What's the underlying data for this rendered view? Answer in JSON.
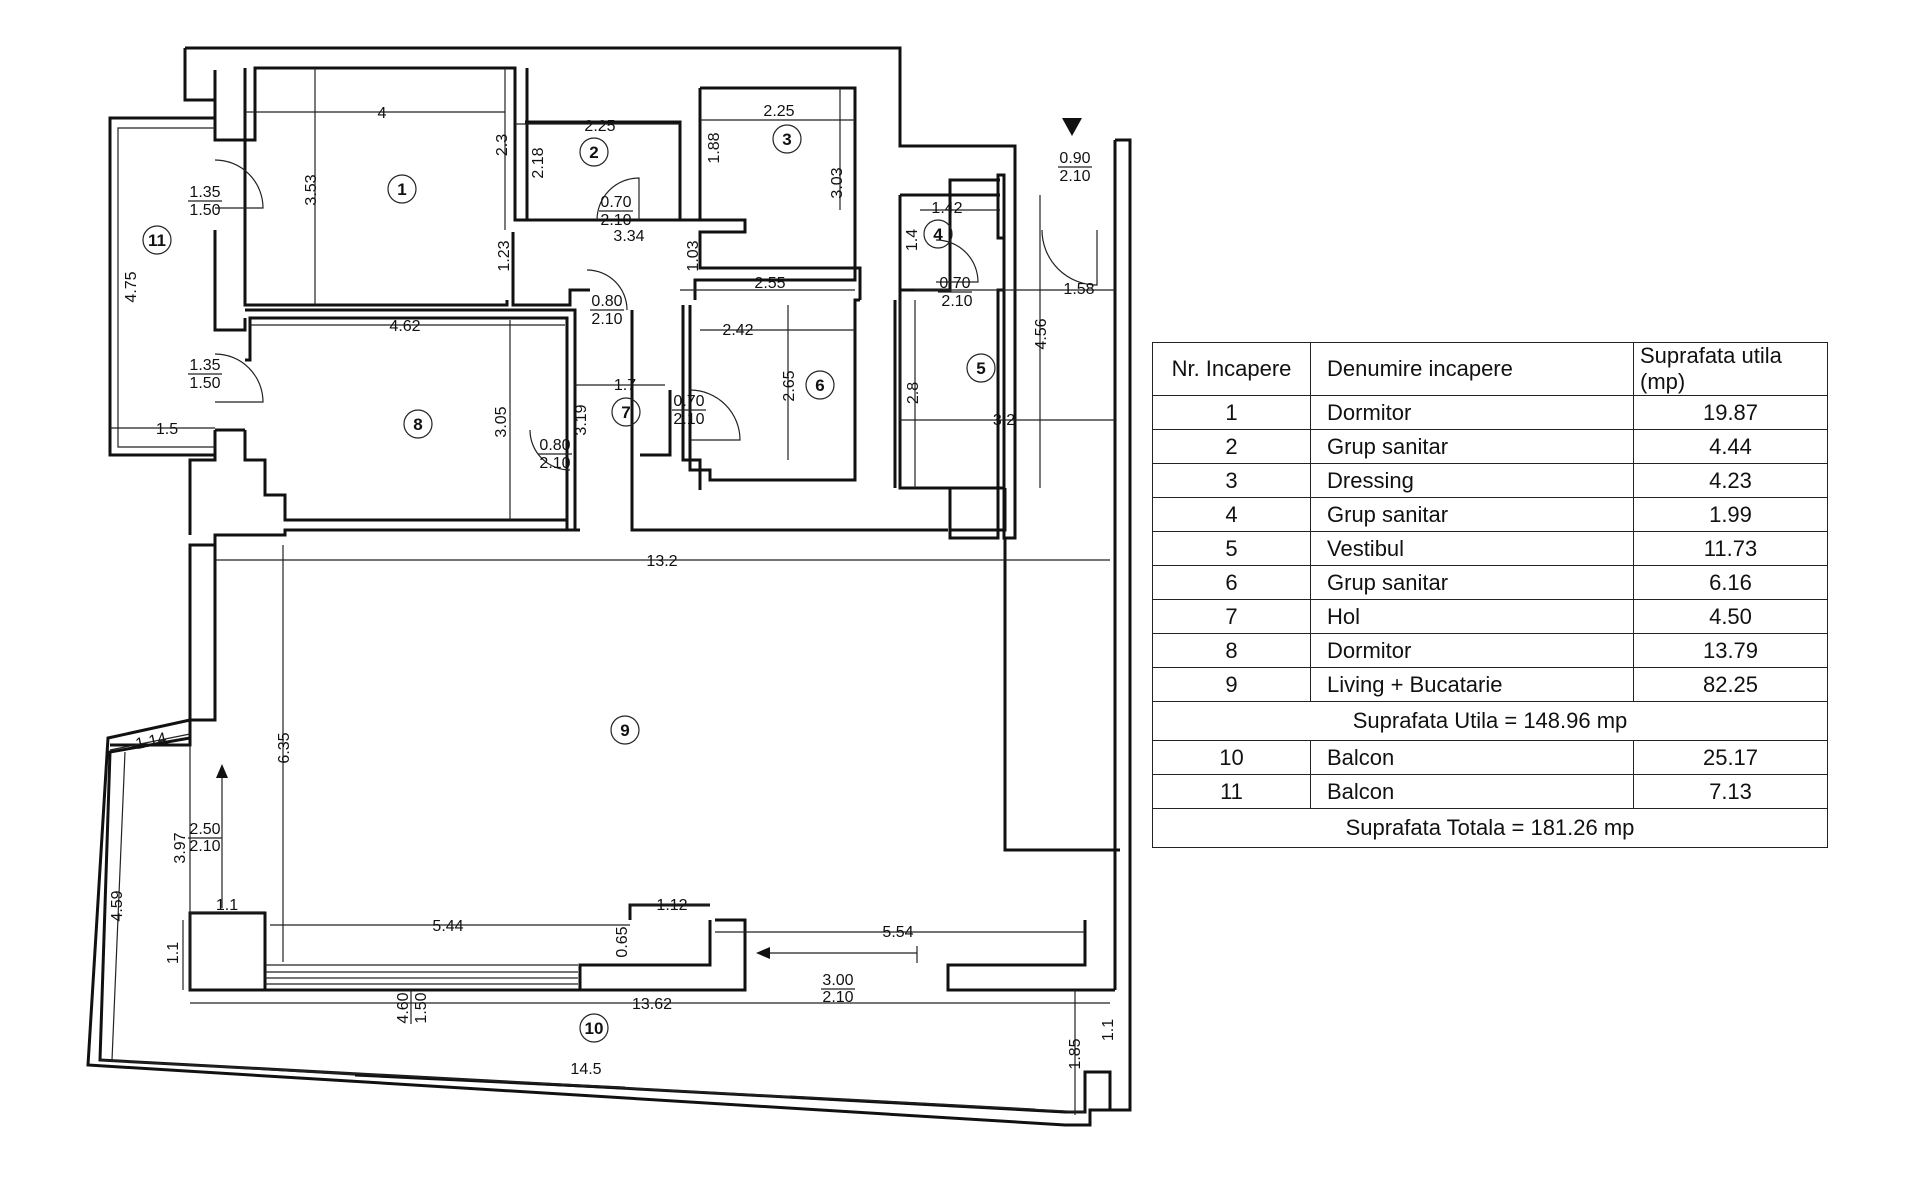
{
  "table": {
    "headers": [
      "Nr. Incapere",
      "Denumire incapere",
      "Suprafata utila (mp)"
    ],
    "rows": [
      {
        "nr": "1",
        "name": "Dormitor",
        "area": "19.87"
      },
      {
        "nr": "2",
        "name": "Grup sanitar",
        "area": "4.44"
      },
      {
        "nr": "3",
        "name": "Dressing",
        "area": "4.23"
      },
      {
        "nr": "4",
        "name": "Grup sanitar",
        "area": "1.99"
      },
      {
        "nr": "5",
        "name": "Vestibul",
        "area": "11.73"
      },
      {
        "nr": "6",
        "name": "Grup sanitar",
        "area": "6.16"
      },
      {
        "nr": "7",
        "name": "Hol",
        "area": "4.50"
      },
      {
        "nr": "8",
        "name": "Dormitor",
        "area": "13.79"
      },
      {
        "nr": "9",
        "name": "Living + Bucatarie",
        "area": "82.25"
      }
    ],
    "subtotal": "Suprafata Utila =  148.96 mp",
    "balcony_rows": [
      {
        "nr": "10",
        "name": "Balcon",
        "area": "25.17"
      },
      {
        "nr": "11",
        "name": "Balcon",
        "area": "7.13"
      }
    ],
    "total": "Suprafata Totala =  181.26 mp"
  },
  "plan": {
    "room_numbers": [
      "1",
      "2",
      "3",
      "4",
      "5",
      "6",
      "7",
      "8",
      "9",
      "10",
      "11"
    ],
    "dimensions": [
      "4",
      "2.25",
      "2.25",
      "2.3",
      "3.53",
      "2.18",
      "1.88",
      "3.03",
      "1.42",
      "1.4",
      "3.34",
      "1.23",
      "1.03",
      "2.55",
      "1.58",
      "4.56",
      "4.62",
      "2.42",
      "2.65",
      "1.7",
      "3.05",
      "3.19",
      "2.8",
      "3.2",
      "4.75",
      "1.5",
      "13.2",
      "6.35",
      "1.14",
      "3.97",
      "4.59",
      "1.1",
      "1.1",
      "5.44",
      "1.12",
      "0.65",
      "5.54",
      "13.62",
      "14.5",
      "1.85",
      "1.1"
    ],
    "doors": [
      {
        "w": "0.90",
        "h": "2.10"
      },
      {
        "w": "0.70",
        "h": "2.10"
      },
      {
        "w": "0.70",
        "h": "2.10"
      },
      {
        "w": "0.80",
        "h": "2.10"
      },
      {
        "w": "0.70",
        "h": "2.10"
      },
      {
        "w": "0.80",
        "h": "2.10"
      },
      {
        "w": "1.35",
        "h": "1.50"
      },
      {
        "w": "1.35",
        "h": "1.50"
      },
      {
        "w": "2.50",
        "h": "2.10"
      },
      {
        "w": "3.00",
        "h": "2.10"
      },
      {
        "w": "4.60",
        "h": "1.50"
      }
    ]
  }
}
